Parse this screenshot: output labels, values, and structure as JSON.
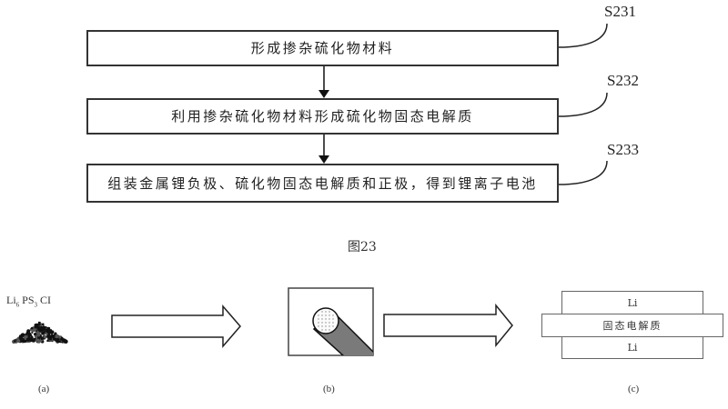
{
  "flowchart": {
    "steps": [
      {
        "id": "S231",
        "text": "形成掺杂硫化物材料"
      },
      {
        "id": "S232",
        "text": "利用掺杂硫化物材料形成硫化物固态电解质"
      },
      {
        "id": "S233",
        "text": "组装金属锂负极、硫化物固态电解质和正极，得到锂离子电池"
      }
    ],
    "caption": "图23"
  },
  "schematic": {
    "panel_a": {
      "formula_parts": [
        "Li",
        "6",
        " PS",
        "3",
        " CI"
      ],
      "label": "(a)"
    },
    "panel_b": {
      "label": "(b)"
    },
    "panel_c": {
      "top_layer": "Li",
      "middle_layer": "固态电解质",
      "bottom_layer": "Li",
      "label": "(c)"
    }
  }
}
